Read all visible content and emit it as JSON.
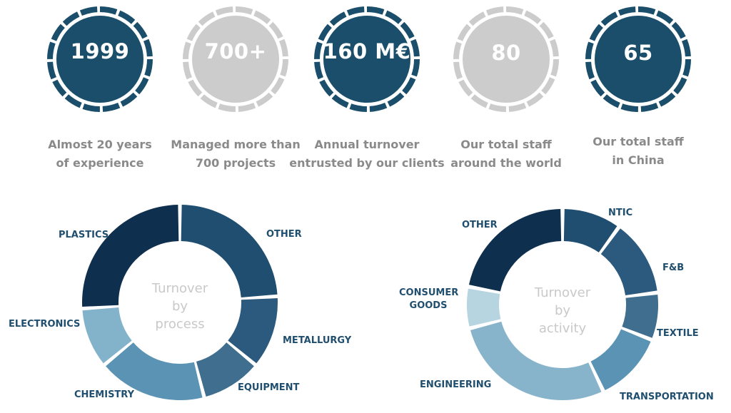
{
  "stats": [
    {
      "value": "1999",
      "caption_line1": "Almost 20 years",
      "caption_line2": "of experience",
      "color": "#1a4e6a",
      "style": "dark"
    },
    {
      "value": "700+",
      "caption_line1": "Managed more than",
      "caption_line2": "700 projects",
      "color": "#cccccc",
      "style": "light"
    },
    {
      "value": "160 M€",
      "caption_line1": "Annual turnover",
      "caption_line2": "entrusted by our clients",
      "color": "#1a4e6a",
      "style": "dark"
    },
    {
      "value": "80",
      "caption_line1": "Our total staff",
      "caption_line2": "around the world",
      "color": "#cccccc",
      "style": "light"
    },
    {
      "value": "65",
      "caption_line1": "Our total staff",
      "caption_line2": "in China",
      "color": "#1a4e6a",
      "style": "dark"
    }
  ],
  "chart_data": [
    {
      "type": "pie",
      "title": "Turnover by process",
      "center_lines": [
        "Turnover",
        "by",
        "process"
      ],
      "categories": [
        "OTHER",
        "METALLURGY",
        "EQUIPMENT",
        "CHEMISTRY",
        "ELECTRONICS",
        "PLASTICS"
      ],
      "values": [
        24,
        12,
        10,
        18,
        10,
        26
      ],
      "colors": [
        "#1f4e70",
        "#2c5a7e",
        "#3f6e8e",
        "#5a93b3",
        "#82b3cb",
        "#0f2f4e"
      ],
      "grid": false
    },
    {
      "type": "pie",
      "title": "Turnover by activity",
      "center_lines": [
        "Turnover",
        "by",
        "activity"
      ],
      "categories": [
        "NTIC",
        "F&B",
        "TEXTILE",
        "TRANSPORTATION",
        "ENGINEERING",
        "CONSUMER GOODS",
        "OTHER"
      ],
      "values": [
        10,
        13,
        8,
        12,
        28,
        7,
        22
      ],
      "colors": [
        "#1f4e70",
        "#2c5a7e",
        "#3f6e8e",
        "#5a93b3",
        "#88b4cb",
        "#b6d5e1",
        "#0f2f4e"
      ],
      "grid": false
    }
  ]
}
